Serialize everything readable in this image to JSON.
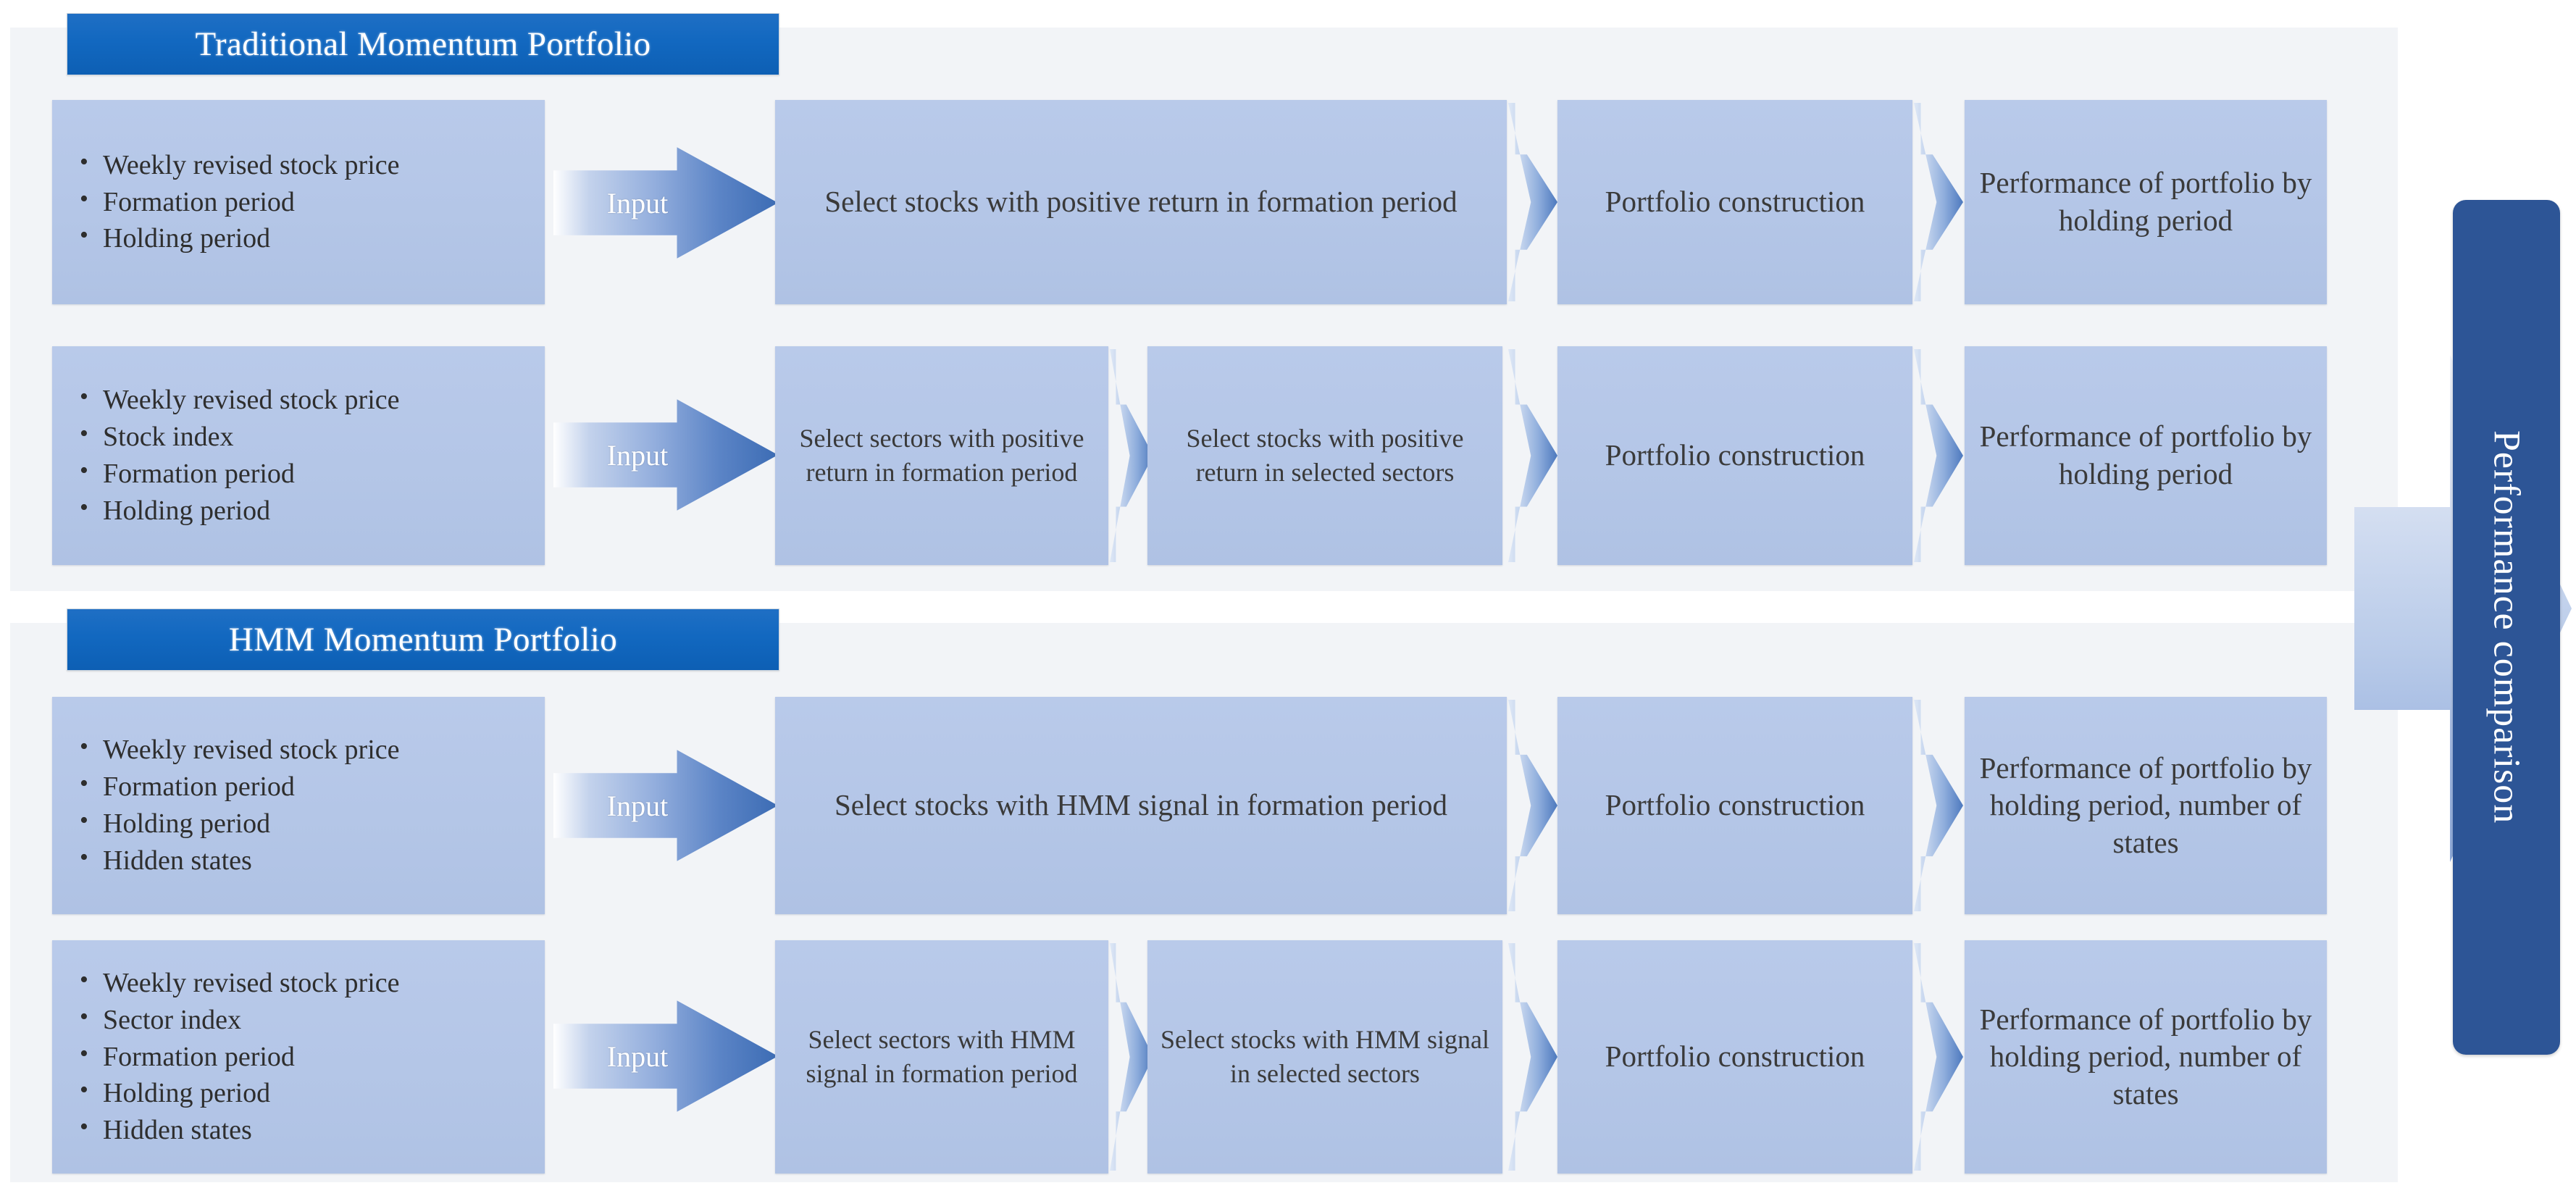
{
  "sections": [
    {
      "banner": "Traditional Momentum Portfolio",
      "rows": [
        {
          "inputs": [
            "Weekly revised stock price",
            "Formation period",
            "Holding period"
          ],
          "input_arrow_label": "Input",
          "steps": [
            "Select stocks with positive return in formation period"
          ],
          "construction": "Portfolio construction",
          "outcome": "Performance of portfolio by holding period"
        },
        {
          "inputs": [
            "Weekly revised stock price",
            "Stock index",
            "Formation period",
            "Holding period"
          ],
          "input_arrow_label": "Input",
          "steps": [
            "Select sectors with positive return in formation period",
            "Select stocks with positive return in selected sectors"
          ],
          "construction": "Portfolio construction",
          "outcome": "Performance of portfolio by holding period"
        }
      ]
    },
    {
      "banner": "HMM Momentum Portfolio",
      "rows": [
        {
          "inputs": [
            "Weekly revised stock price",
            "Formation period",
            "Holding period",
            "Hidden states"
          ],
          "input_arrow_label": "Input",
          "steps": [
            "Select stocks with HMM signal in formation period"
          ],
          "construction": "Portfolio construction",
          "outcome": "Performance of portfolio by holding period, number of states"
        },
        {
          "inputs": [
            "Weekly revised stock price",
            "Sector index",
            "Formation period",
            "Holding period",
            "Hidden states"
          ],
          "input_arrow_label": "Input",
          "steps": [
            "Select sectors with HMM signal in formation period",
            "Select stocks with HMM signal in selected sectors"
          ],
          "construction": "Portfolio construction",
          "outcome": "Performance of portfolio by holding period, number of states"
        }
      ]
    }
  ],
  "comparison": {
    "label": "Performance comparison"
  },
  "colors": {
    "banner_blue": "#0d5fb4",
    "box_blue": "#b4c6e7",
    "compare_bar_blue": "#2d5596",
    "panel_gray": "#f2f4f7",
    "text_dark": "#3a3a3a"
  }
}
